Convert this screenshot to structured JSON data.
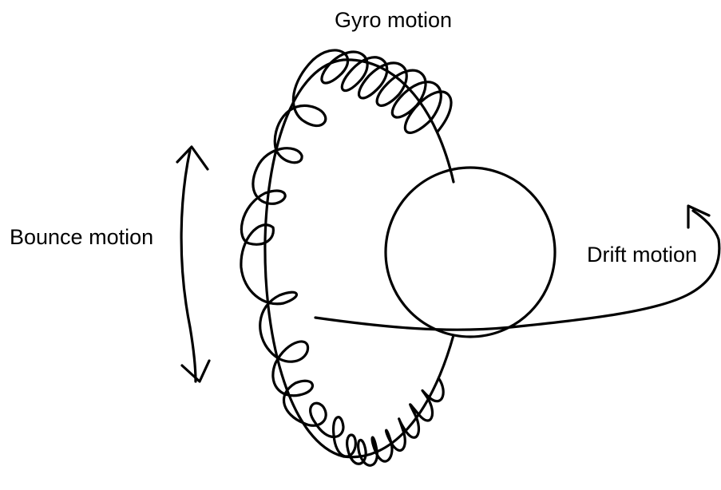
{
  "labels": {
    "gyro": "Gyro motion",
    "bounce": "Bounce motion",
    "drift": "Drift motion"
  },
  "colors": {
    "stroke": "#000000",
    "background": "#ffffff"
  }
}
